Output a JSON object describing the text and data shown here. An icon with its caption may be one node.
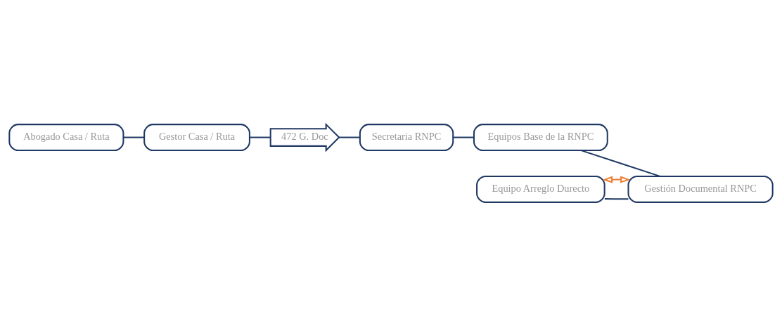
{
  "diagram": {
    "nodes": [
      {
        "text": [
          "Abogado Casa / Ruta"
        ]
      },
      {
        "text": [
          "Gestor Casa / Ruta"
        ]
      },
      {
        "text": [
          "472 G. Doc"
        ]
      },
      {
        "text": [
          "Secretaria RNPC"
        ]
      },
      {
        "text": [
          "Equipos Base de la RNPC"
        ]
      },
      {
        "text": [
          "Gestión Documental RNPC"
        ]
      },
      {
        "text": [
          "Equipo Arreglo Durecto"
        ]
      }
    ],
    "edges": [
      {
        "from": 0,
        "to": 1,
        "arrow": "none"
      },
      {
        "from": 1,
        "to": 2,
        "arrow": "none"
      },
      {
        "from": 2,
        "to": 3,
        "arrow": "none"
      },
      {
        "from": 3,
        "to": 4,
        "arrow": "none"
      },
      {
        "from": 4,
        "to": 5,
        "arrow": "none"
      },
      {
        "from": 6,
        "to": 5,
        "arrow": "none"
      },
      {
        "from": 6,
        "to": 5,
        "arrow": "both",
        "color": "#ed7d31"
      }
    ]
  }
}
